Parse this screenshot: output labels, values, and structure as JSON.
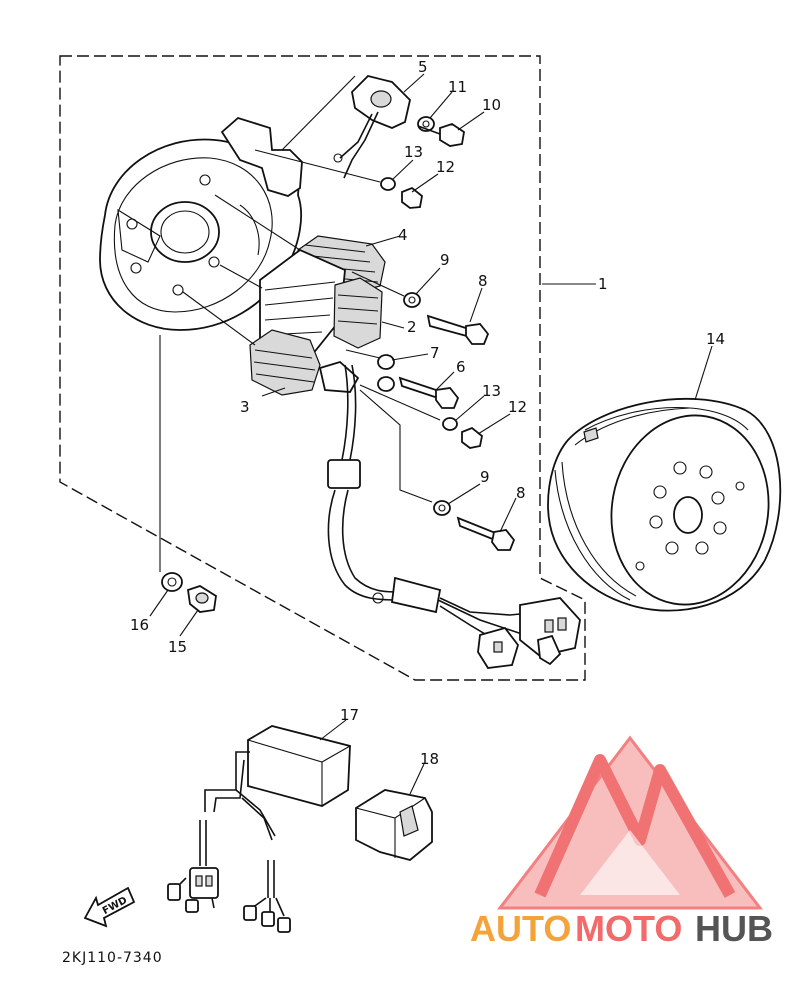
{
  "diagram": {
    "callouts": {
      "c1": "1",
      "c2": "2",
      "c3": "3",
      "c4": "4",
      "c5": "5",
      "c6": "6",
      "c7": "7",
      "c8a": "8",
      "c8b": "8",
      "c9a": "9",
      "c9b": "9",
      "c10": "10",
      "c11": "11",
      "c12a": "12",
      "c12b": "12",
      "c13a": "13",
      "c13b": "13",
      "c14": "14",
      "c15": "15",
      "c16": "16",
      "c17": "17",
      "c18": "18"
    },
    "fwd_label": "FWD",
    "drawing_code": "2KJ110-7340"
  },
  "watermark": {
    "text_auto": "AUTO",
    "text_moto": "MOTO",
    "text_hub": "HUB",
    "color_primary": "#f26a6a",
    "color_orange": "#f4a33a",
    "color_gray": "#555555"
  }
}
